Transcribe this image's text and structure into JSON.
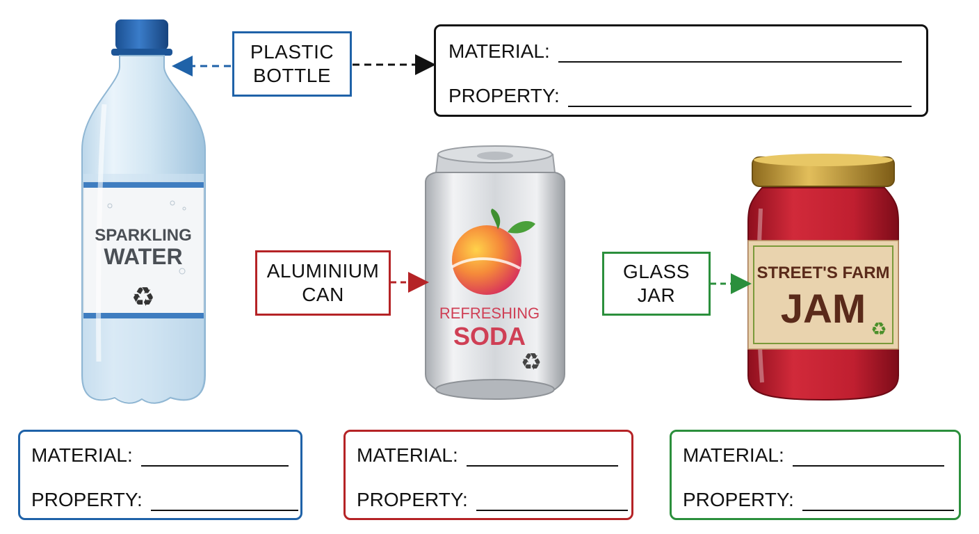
{
  "colors": {
    "plastic": "#1f62a8",
    "aluminium": "#b52326",
    "glass": "#2b8f3c",
    "neutral": "#111111"
  },
  "labels": {
    "plastic": {
      "line1": "PLASTIC",
      "line2": "BOTTLE"
    },
    "aluminium": {
      "line1": "ALUMINIUM",
      "line2": "CAN"
    },
    "glass": {
      "line1": "GLASS",
      "line2": "JAR"
    }
  },
  "products": {
    "bottle": {
      "label_line1": "SPARKLING",
      "label_line2": "WATER",
      "icon": "recycle-icon"
    },
    "can": {
      "label_line1": "REFRESHING",
      "label_line2": "SODA",
      "icon": "recycle-icon"
    },
    "jar": {
      "label_line1": "STREET'S FARM",
      "label_line2": "JAM",
      "icon": "recycle-icon"
    }
  },
  "forms": {
    "top": {
      "material": "MATERIAL:",
      "property": "PROPERTY:"
    },
    "plastic": {
      "material": "MATERIAL:",
      "property": "PROPERTY:"
    },
    "aluminium": {
      "material": "MATERIAL:",
      "property": "PROPERTY:"
    },
    "glass": {
      "material": "MATERIAL:",
      "property": "PROPERTY:"
    }
  }
}
